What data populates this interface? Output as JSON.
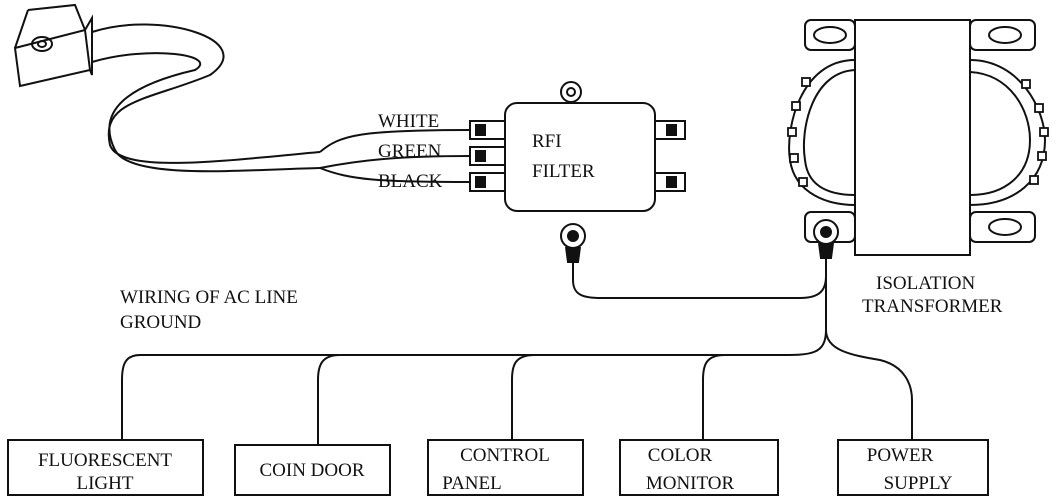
{
  "wire_labels": {
    "white": "WHITE",
    "green": "GREEN",
    "black": "BLACK"
  },
  "filter": {
    "line1": "RFI",
    "line2": "FILTER"
  },
  "transformer": {
    "line1": "ISOLATION",
    "line2": "TRANSFORMER"
  },
  "caption": {
    "line1": "WIRING OF AC LINE",
    "line2": "GROUND"
  },
  "boxes": [
    {
      "line1": "FLUORESCENT",
      "line2": "LIGHT"
    },
    {
      "line1": "COIN DOOR",
      "line2": ""
    },
    {
      "line1": "CONTROL",
      "line2": "PANEL"
    },
    {
      "line1": "COLOR",
      "line2": "MONITOR"
    },
    {
      "line1": "POWER",
      "line2": "SUPPLY"
    }
  ]
}
